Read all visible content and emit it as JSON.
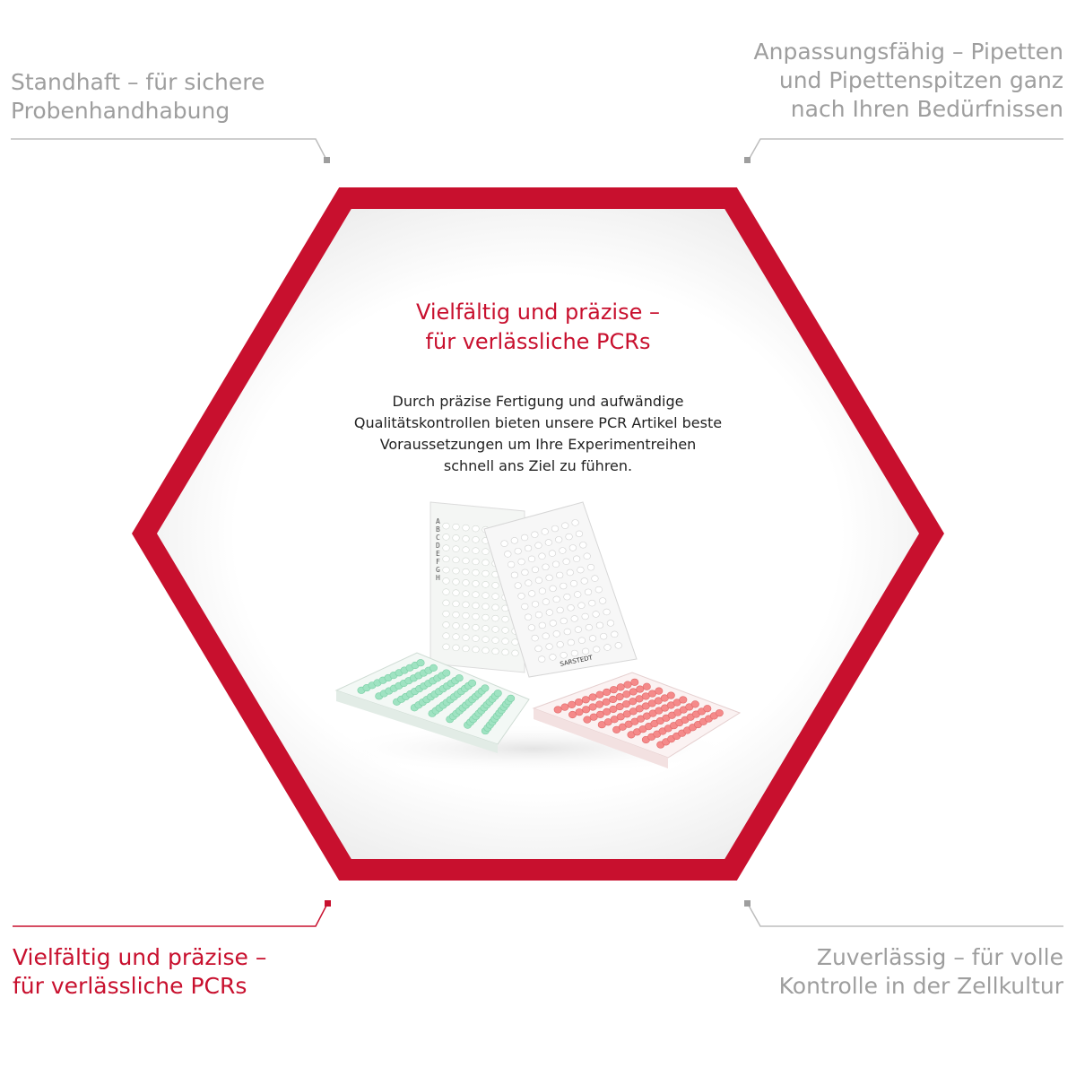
{
  "corners": {
    "top_left": {
      "lines": [
        "Standhaft – für sichere",
        "Probenhandhabung"
      ],
      "active": false
    },
    "top_right": {
      "lines": [
        "Anpassungsfähig – Pipetten",
        "und Pipettenspitzen ganz",
        "nach Ihren Bedürfnissen"
      ],
      "active": false
    },
    "bottom_left": {
      "lines": [
        "Vielfältig und präzise –",
        "für verlässliche PCRs"
      ],
      "active": true
    },
    "bottom_right": {
      "lines": [
        "Zuverlässig – für volle",
        "Kontrolle in der Zellkultur"
      ],
      "active": false
    }
  },
  "center": {
    "title_lines": [
      "Vielfältig und präzise –",
      "für verlässliche PCRs"
    ],
    "description_lines": [
      "Durch präzise Fertigung und aufwändige",
      "Qualitätskontrollen bieten unsere PCR Artikel beste",
      "Voraussetzungen um Ihre Experimentreihen",
      "schnell ans Ziel zu führen."
    ]
  },
  "product_image": {
    "brand_label": "SARSTEDT",
    "row_letters": [
      "A",
      "B",
      "C",
      "D",
      "E",
      "F",
      "G",
      "H"
    ]
  },
  "colors": {
    "accent_red": "#c8102e",
    "inactive_gray": "#9e9e9e",
    "body_text": "#222222",
    "plate_green": "#9fe3c2",
    "plate_red": "#f58a8a"
  }
}
